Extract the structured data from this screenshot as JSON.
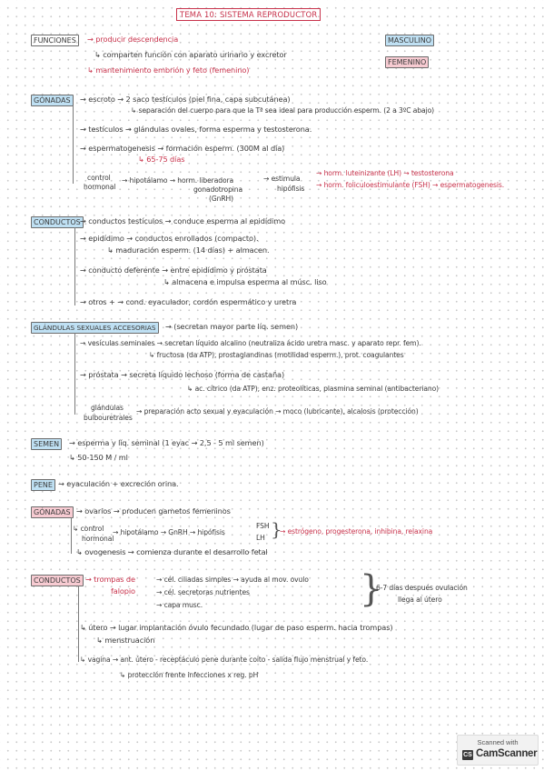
{
  "title": "TEMA 10: SISTEMA REPRODUCTOR",
  "headers": {
    "masculino": "MASCULINO",
    "femenino": "FEMENINO"
  },
  "funciones": {
    "label": "FUNCIONES",
    "l1": "→ producir descendencia",
    "l2": "↳ comparten función con aparato urinario y excretor",
    "l3": "↳ mantenimiento embrión y feto (femenino)"
  },
  "gonadas_m": {
    "label": "GÓNADAS",
    "l1": "→ escroto → 2 saco testículos (piel fina, capa subcutánea)",
    "l2": "↳ separación del cuerpo para que la Tª sea ideal para producción esperm. (2 a 3ºC abajo)",
    "l3": "→ testículos → glándulas ovales, forma esperma y testosterona.",
    "l4": "→ espermatogenesis → formación esperm. (300M al día)",
    "l5": "↳ 65-75 días",
    "control": "control",
    "hormonal": "hormonal",
    "l6a": "→ hipotálamo → horm. liberadora",
    "l6b": "gonadotropina",
    "l6c": "(GnRH)",
    "l6d": "→ estimula",
    "l6e": "hipófisis",
    "l6f": "→ horm. luteinizante (LH) → testosterona",
    "l6g": "→ horm. foliculoestimulante (FSH) → espermatogenesis."
  },
  "conductos_m": {
    "label": "CONDUCTOS",
    "l1": "→ conductos testículos → conduce esperma al epidídimo",
    "l2": "→ epidídimo → conductos enrollados (compacto).",
    "l3": "↳ maduración esperm. (14 días) + almacen.",
    "l4": "→ conducto deferente → entre epidídimo y próstata",
    "l5": "↳ almacena e impulsa esperma al músc. liso",
    "l6": "→ otros + → cond. eyaculador, cordón espermático y uretra"
  },
  "glandulas": {
    "label": "GLÁNDULAS SEXUALES ACCESORIAS",
    "l0": "→ (secretan mayor parte líq. semen)",
    "l1": "→ vesículas seminales → secretan líquido alcalino (neutraliza ácido uretra masc. y aparato repr. fem).",
    "l2": "↳ fructosa (da ATP), prostaglandinas (motilidad esperm.), prot. coagulantes",
    "l3": "→ próstata → secreta líquido lechoso (forma de castaña)",
    "l4": "↳ ac. cítrico (da ATP), enz. proteolíticas, plasmina seminal (antibacteriano)",
    "l5a": "glándulas",
    "l5b": "bulbouretrales",
    "l5c": "→ preparación acto sexual y eyaculación → moco (lubricante), alcalosis (protección)"
  },
  "semen": {
    "label": "SEMEN",
    "l1": "→ esperma y líq. seminal (1 eyac → 2,5 - 5 ml semen)",
    "l2": "↳ 50-150 M / ml"
  },
  "pene": {
    "label": "PENE",
    "l1": "→ eyaculación + excreción orina."
  },
  "gonadas_f": {
    "label": "GÓNADAS",
    "l1": "→ ovarios → producen gametos femeninos",
    "control": "↳ control",
    "hormonal": "hormonal",
    "l2a": "→ hipotálamo → GnRH → hipófisis",
    "fsh": "FSH",
    "lh": "LH",
    "l2b": "→ estrógeno, progesterona, inhibina, relaxina",
    "l3": "↳ ovogenesis → comienza durante el desarrollo fetal"
  },
  "conductos_f": {
    "label": "CONDUCTOS",
    "l1a": "→ trompas de",
    "l1b": "falopio",
    "l1c": "→ cél. ciliadas simples → ayuda al mov. ovulo",
    "l1d": "→ cél. secretoras nutrientes",
    "l1e": "→ capa musc.",
    "note1": "6-7 días después ovulación",
    "note2": "llega al útero",
    "l2": "↳ útero → lugar implantación óvulo fecundado (lugar de paso esperm. hacia trompas)",
    "l3": "↳ menstruación",
    "l4": "↳ vagina → ant. útero - receptáculo pene durante coito - salida flujo menstrual y feto.",
    "l5": "↳ protección frente infecciones x reg. pH"
  },
  "scanner": {
    "top": "Scanned with",
    "brand": "CamScanner",
    "icon": "CS"
  }
}
